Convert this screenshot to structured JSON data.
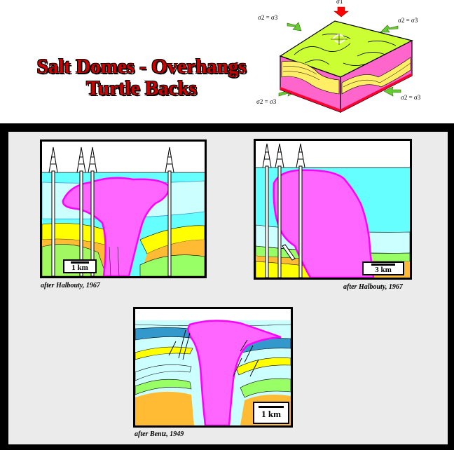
{
  "title": {
    "line1": "Salt Domes - Overhangs",
    "line2": "Turtle Backs"
  },
  "stress_labels": {
    "sigma1": "σ1",
    "top_left": "σ2 = σ3",
    "top_right": "σ2 = σ3",
    "bottom_left": "σ2 = σ3",
    "bottom_right": "σ2 = σ3"
  },
  "panels": [
    {
      "id": "panel-1",
      "scale": "1 km",
      "caption": "after Halbouty, 1967"
    },
    {
      "id": "panel-2",
      "scale": "3 km",
      "caption": "after Halbouty, 1967"
    },
    {
      "id": "panel-3",
      "scale": "1 km",
      "caption": "after Bentz, 1949"
    }
  ],
  "colors": {
    "salt": "#ff66ff",
    "salt_outline": "#ff00ff",
    "water": "#66ffff",
    "sediment_light": "#ccffff",
    "sand_yellow": "#ffff00",
    "green": "#99ff66",
    "orange": "#ffbb33",
    "dark_blue": "#3399cc",
    "title_red": "#cc0000",
    "frame": "#000000",
    "frame_bg": "#ebebeb"
  }
}
